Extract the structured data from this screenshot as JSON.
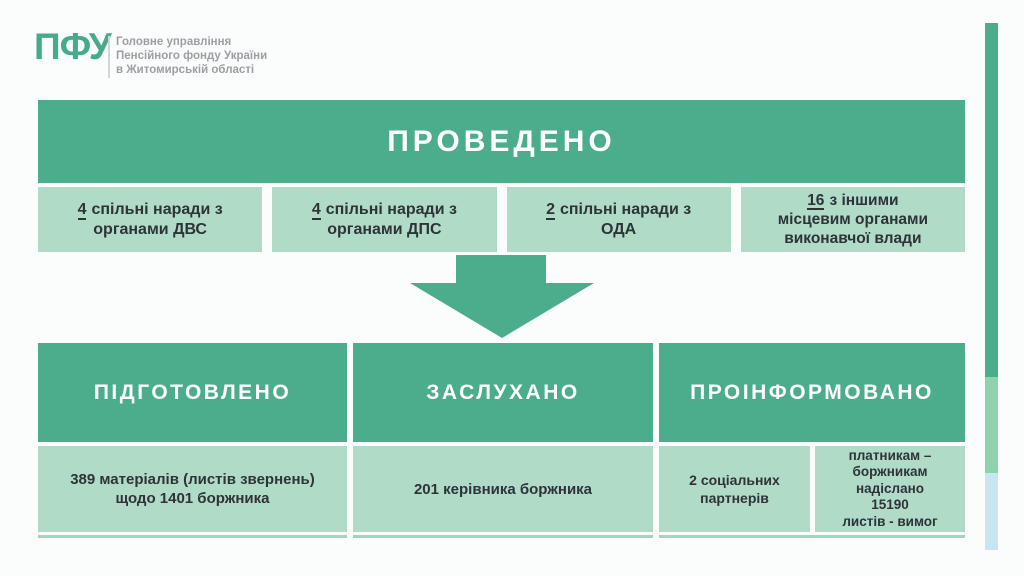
{
  "logo": {
    "abbr": "ПФУ",
    "org_lines": [
      "Головне управління",
      "Пенсійного фонду України",
      "в Житомирській області"
    ]
  },
  "colors": {
    "green": "#4cad8c",
    "light_green_cell": "#afdbc7",
    "strip_green": "#4cad8c",
    "strip_mid_green": "#8fd2ae",
    "strip_blue": "#c7e6f3",
    "dark_text": "#2e3338",
    "gray_text": "#9aa0a3"
  },
  "top_table": {
    "header": "ПРОВЕДЕНО",
    "cells": [
      {
        "num": "4",
        "text": "спільні наради з\nорганами ДВС"
      },
      {
        "num": "4",
        "text": "спільні наради з\nорганами ДПС"
      },
      {
        "num": "2",
        "text": "спільні наради з\nОДА"
      },
      {
        "num": "16",
        "text": "з іншими\nмісцевим органами\nвиконавчої влади"
      }
    ]
  },
  "arrow": {
    "direction": "down"
  },
  "bottom_table": {
    "columns": [
      {
        "header": "ПІДГОТОВЛЕНО",
        "cells": [
          "389 матеріалів (листів звернень)\nщодо 1401 боржника"
        ]
      },
      {
        "header": "ЗАСЛУХАНО",
        "cells": [
          "201 керівника боржника"
        ]
      },
      {
        "header": "ПРОІНФОРМОВАНО",
        "cells": [
          "2 соціальних\nпартнерів",
          "платникам –\nборжникам\nнадіслано\n15190\nлистів - вимог"
        ]
      }
    ]
  }
}
